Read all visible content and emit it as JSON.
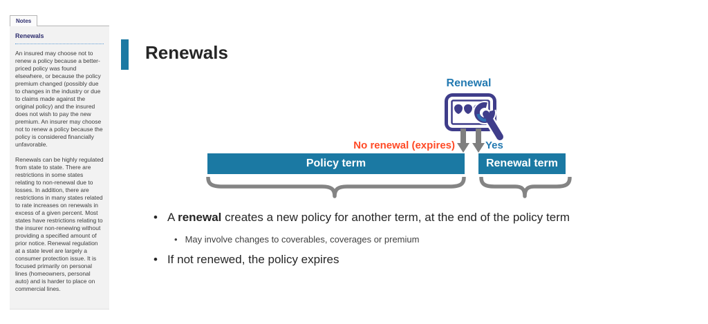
{
  "notes_panel": {
    "tab_label": "Notes",
    "heading": "Renewals",
    "paragraphs": [
      "An insured may choose not to renew a policy because a better-priced policy was found elsewhere, or because the policy premium changed (possibly due to changes in the industry or due to claims made against the original policy) and the insured does not wish to pay the new premium. An insurer may choose not to renew a policy because the policy is considered financially unfavorable.",
      "Renewals can be highly regulated from state to state. There are restrictions in some states relating to non-renewal due to losses. In addition, there are restrictions in many states related to rate increases on renewals in excess of a given percent. Most states have restrictions relating to the insurer non-renewing without providing a specified amount of prior notice. Renewal regulation at a state level are largely a consumer protection issue. It is focused primarily on personal lines (homeowners, personal auto) and is harder to place on commercial lines."
    ]
  },
  "slide": {
    "title": "Renewals",
    "diagram": {
      "renewal_label": "Renewal",
      "no_renewal_label": "No renewal (expires)",
      "yes_label": "Yes",
      "policy_term_label": "Policy term",
      "renewal_term_label": "Renewal term",
      "icon_name": "policy-card-wrench-icon"
    },
    "bullets": {
      "marker": "•",
      "bullet1_pre": "A ",
      "bullet1_bold": "renewal",
      "bullet1_post": " creates a new policy for another term, at the end of the policy term",
      "sub_bullet1": "May involve changes to coverables, coverages or premium",
      "bullet2": "If not renewed, the policy expires"
    },
    "colors": {
      "bar_teal": "#1b79a3",
      "orange": "#ff4a26",
      "label_blue": "#2279b1",
      "icon_indigo": "#3f3d8a",
      "gray": "#848484"
    }
  }
}
